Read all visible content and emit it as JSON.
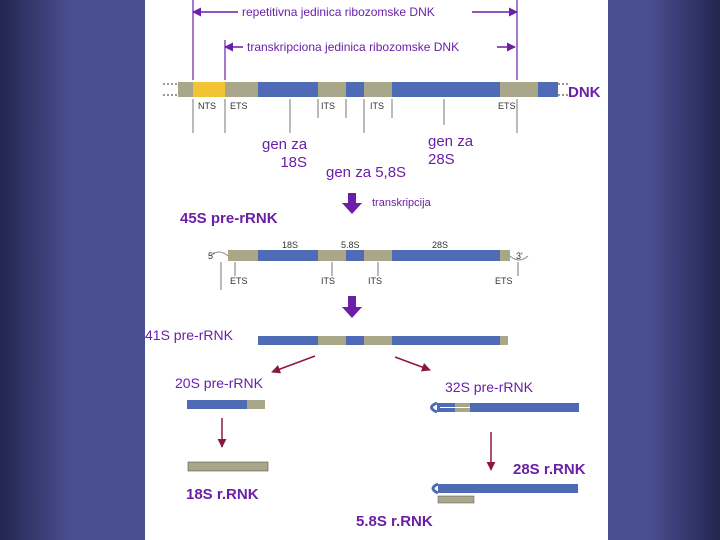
{
  "colors": {
    "purple": "#6b1fa8",
    "spacer": "#a9a78a",
    "gene": "#4f6bb5",
    "nts": "#f2c333",
    "arrow": "#8b1a3a"
  },
  "top": {
    "repeat_label": "repetitivna jedinica ribozomske DNK",
    "transcription_label": "transkripciona jedinica ribozomske DNK",
    "dnk_label": "DNK"
  },
  "dna": {
    "segments": [
      "NTS",
      "ETS",
      "ITS",
      "ITS",
      "ETS"
    ],
    "gene_18s": "gen za\n18S",
    "gene_58s": "gen za 5,8S",
    "gene_28s": "gen za\n28S"
  },
  "transcription": {
    "label": "transkripcija"
  },
  "pre45": {
    "title": "45S pre-rRNK",
    "top_labels": [
      "18S",
      "5.8S",
      "28S"
    ],
    "five_prime": "5'",
    "three_prime": "3'",
    "bottom_labels": [
      "ETS",
      "ITS",
      "ITS",
      "ETS"
    ]
  },
  "pre41": {
    "title": "41S pre-rRNK"
  },
  "pre20": {
    "title": "20S pre-rRNK"
  },
  "pre32": {
    "title": "32S pre-rRNK"
  },
  "final": {
    "r18": "18S r.RNK",
    "r28": "28S r.RNK",
    "r58": "5.8S r.RNK"
  }
}
